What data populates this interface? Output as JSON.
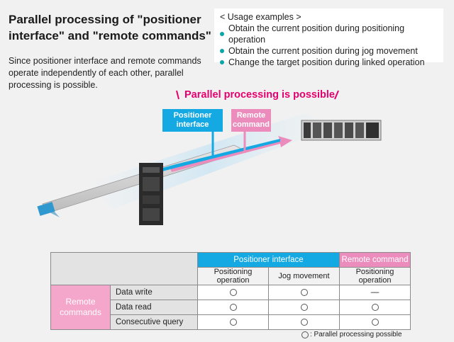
{
  "title": "Parallel processing of \"positioner interface\" and \"remote commands\"",
  "description": "Since positioner interface and remote commands operate independently of each other, parallel processing is possible.",
  "usage": {
    "heading": "< Usage examples >",
    "items": [
      "Obtain the current position during positioning operation",
      "Obtain the current position during jog movement",
      "Change the target position during linked operation"
    ]
  },
  "diagram": {
    "parallel_label": "Parallel processing is possible",
    "tag_positioner": "Positioner interface",
    "tag_remote": "Remote command",
    "colors": {
      "positioner": "#15a9e3",
      "remote": "#ec8cbd",
      "accent": "#e4006e"
    }
  },
  "table": {
    "header_positioner": "Positioner interface",
    "header_remote": "Remote command",
    "sub_headers": [
      "Positioning operation",
      "Jog movement",
      "Positioning operation"
    ],
    "row_group": "Remote commands",
    "rows": [
      {
        "label": "Data write",
        "cells": [
          "circle",
          "circle",
          "—"
        ]
      },
      {
        "label": "Data read",
        "cells": [
          "circle",
          "circle",
          "circle"
        ]
      },
      {
        "label": "Consecutive query",
        "cells": [
          "circle",
          "circle",
          "circle"
        ]
      }
    ],
    "legend": ": Parallel processing possible"
  }
}
